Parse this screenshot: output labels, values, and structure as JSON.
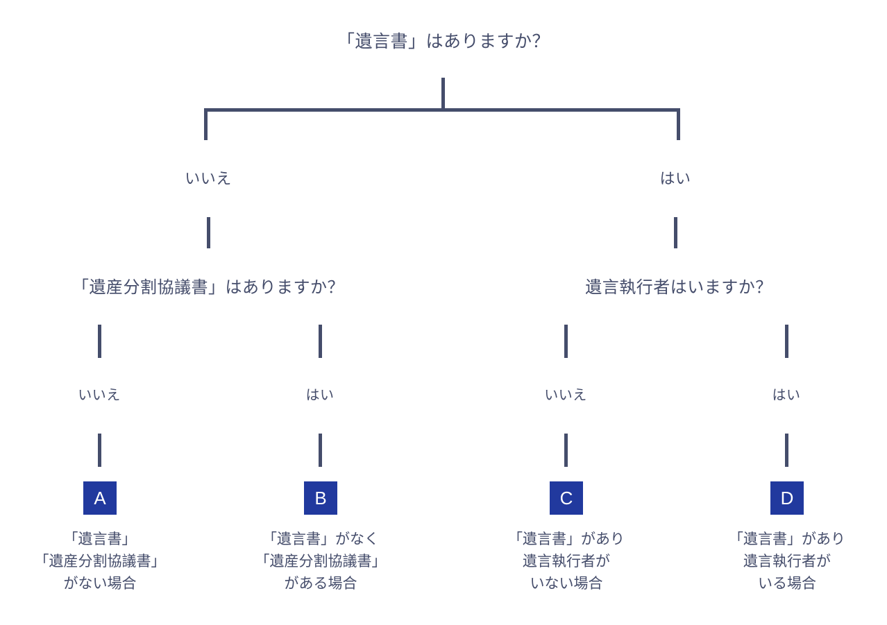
{
  "diagram": {
    "type": "decision-tree",
    "line_color": "#454d6b",
    "box_color": "#21399e",
    "text_color": "#454d6b",
    "background": "#ffffff",
    "root": {
      "question": "「遺言書」はありますか？"
    },
    "root_branches": {
      "left_label": "いいえ",
      "right_label": "はい"
    },
    "subquestions": {
      "left": "「遺産分割協議書」はありますか？",
      "right": "遺言執行者はいますか？"
    },
    "sub_branches": {
      "left_no": "いいえ",
      "left_yes": "はい",
      "right_no": "いいえ",
      "right_yes": "はい"
    },
    "outcomes": [
      {
        "letter": "A",
        "lines": [
          "「遺言書」",
          "「遺産分割協議書」",
          "がない場合"
        ]
      },
      {
        "letter": "B",
        "lines": [
          "「遺言書」がなく",
          "「遺産分割協議書」",
          "がある場合"
        ]
      },
      {
        "letter": "C",
        "lines": [
          "「遺言書」があり",
          "遺言執行者が",
          "いない場合"
        ]
      },
      {
        "letter": "D",
        "lines": [
          "「遺言書」があり",
          "遺言執行者が",
          "いる場合"
        ]
      }
    ]
  }
}
